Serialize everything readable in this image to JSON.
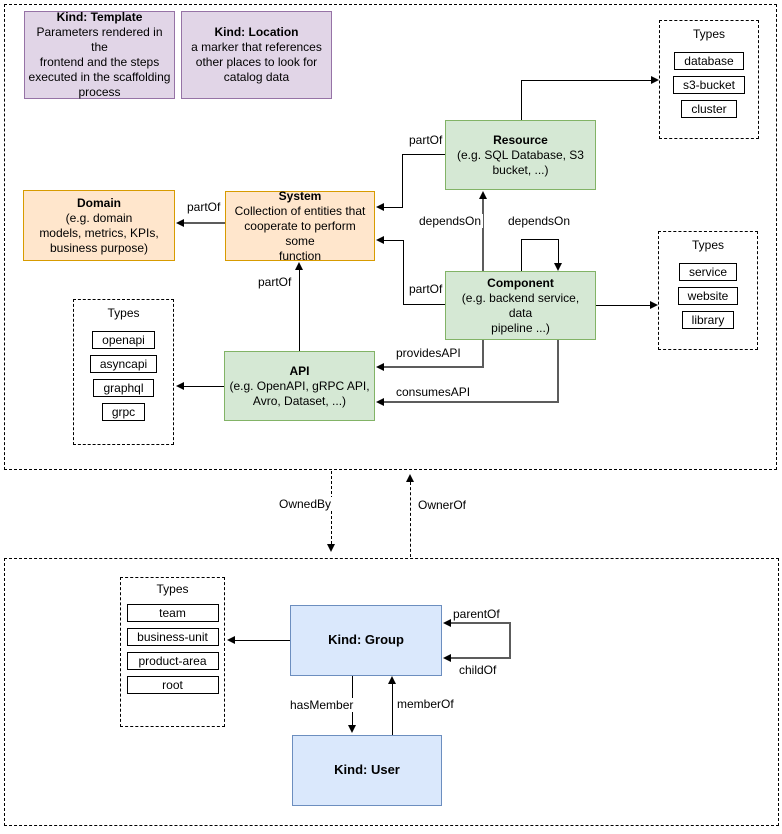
{
  "colors": {
    "template_fill": "#e1d5e7",
    "template_stroke": "#9673a6",
    "system_fill": "#ffe6cc",
    "system_stroke": "#d79b00",
    "component_fill": "#d5e8d4",
    "component_stroke": "#82b366",
    "group_fill": "#dae8fc",
    "group_stroke": "#6c8ebf",
    "edge_black": "#000000",
    "edge_gray": "#5c5c5c"
  },
  "nodes": {
    "template": {
      "title": "Kind: Template",
      "body": "Parameters rendered in the\nfrontend and the steps\nexecuted in  the scaffolding\nprocess"
    },
    "location": {
      "title": "Kind: Location",
      "body": "a marker that references\nother places to look for\ncatalog data"
    },
    "domain": {
      "title": "Domain",
      "body": "(e.g.  domain\nmodels, metrics, KPIs,\nbusiness purpose)"
    },
    "system": {
      "title": "System",
      "body": "Collection of entities that\ncooperate to perform some\nfunction"
    },
    "resource": {
      "title": "Resource",
      "body": "(e.g. SQL Database, S3\nbucket, ...)"
    },
    "component": {
      "title": "Component",
      "body": "(e.g. backend service, data\npipeline ...)"
    },
    "api": {
      "title": "API",
      "body": "(e.g. OpenAPI, gRPC API,\nAvro, Dataset, ...)"
    },
    "group": {
      "title": "Kind: Group"
    },
    "user": {
      "title": "Kind: User"
    }
  },
  "types": {
    "resource": {
      "title": "Types",
      "items": [
        "database",
        "s3-bucket",
        "cluster"
      ]
    },
    "component": {
      "title": "Types",
      "items": [
        "service",
        "website",
        "library"
      ]
    },
    "api": {
      "title": "Types",
      "items": [
        "openapi",
        "asyncapi",
        "graphql",
        "grpc"
      ]
    },
    "group": {
      "title": "Types",
      "items": [
        "team",
        "business-unit",
        "product-area",
        "root"
      ]
    }
  },
  "edges": {
    "partof_resource_system": "partOf",
    "partof_system_domain": "partOf",
    "partof_api_system": "partOf",
    "partof_component_system": "partOf",
    "dependson_component_resource": "dependsOn",
    "dependson_component_self": "dependsOn",
    "providesapi": "providesAPI",
    "consumesapi": "consumesAPI",
    "ownedby": "OwnedBy",
    "ownerof": "OwnerOf",
    "parentof": "parentOf",
    "childof": "childOf",
    "hasmember": "hasMember",
    "memberof": "memberOf"
  }
}
